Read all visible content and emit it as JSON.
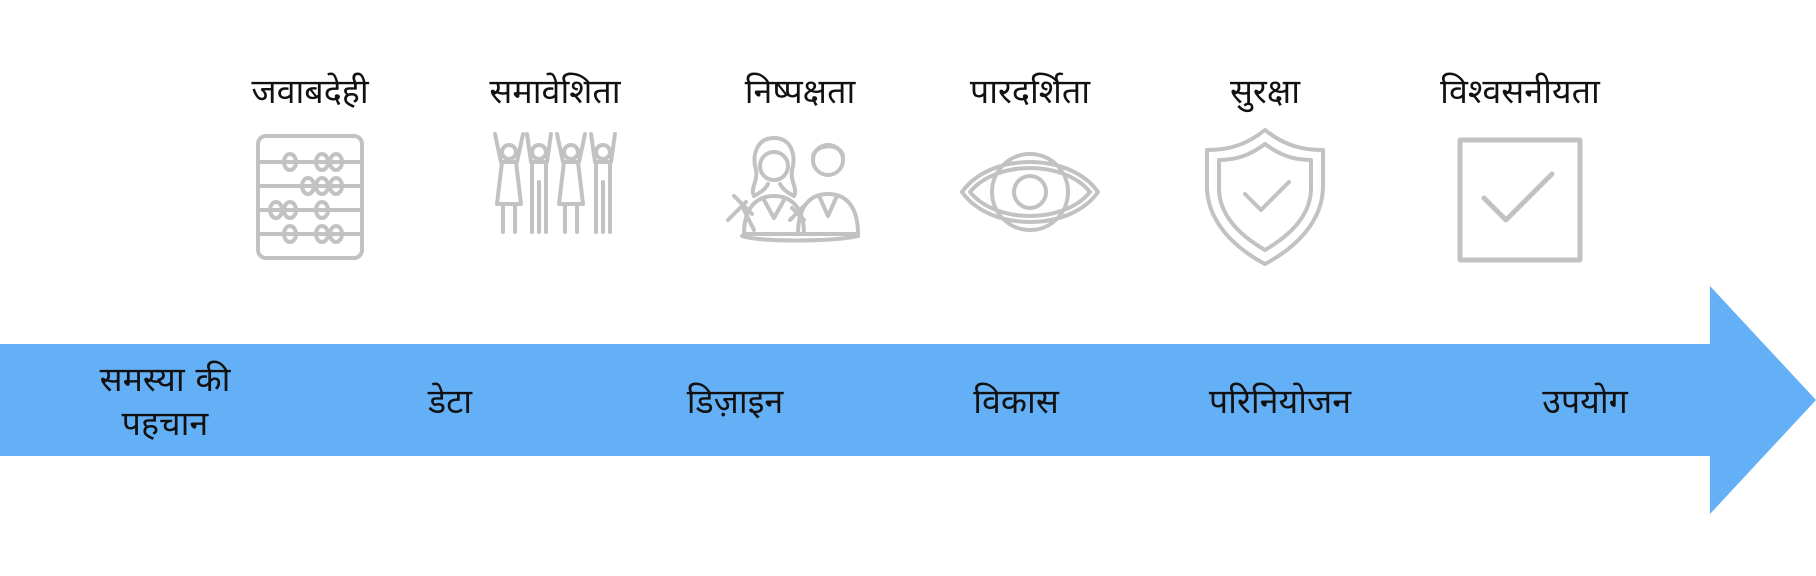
{
  "principles": [
    {
      "label": "जवाबदेही",
      "icon": "abacus-icon"
    },
    {
      "label": "समावेशिता",
      "icon": "people-group-icon"
    },
    {
      "label": "निष्पक्षता",
      "icon": "judge-and-person-icon"
    },
    {
      "label": "पारदर्शिता",
      "icon": "eye-icon"
    },
    {
      "label": "सुरक्षा",
      "icon": "shield-check-icon"
    },
    {
      "label": "विश्वसनीयता",
      "icon": "checkbox-check-icon"
    }
  ],
  "stages": [
    {
      "line1": "समस्या की",
      "line2": "पहचान"
    },
    {
      "line1": "डेटा",
      "line2": ""
    },
    {
      "line1": "डिज़ाइन",
      "line2": ""
    },
    {
      "line1": "विकास",
      "line2": ""
    },
    {
      "line1": "परिनियोजन",
      "line2": ""
    },
    {
      "line1": "उपयोग",
      "line2": ""
    }
  ],
  "colors": {
    "arrow": "#64b0f6",
    "icon": "#c2c2c2",
    "text": "#111111"
  }
}
